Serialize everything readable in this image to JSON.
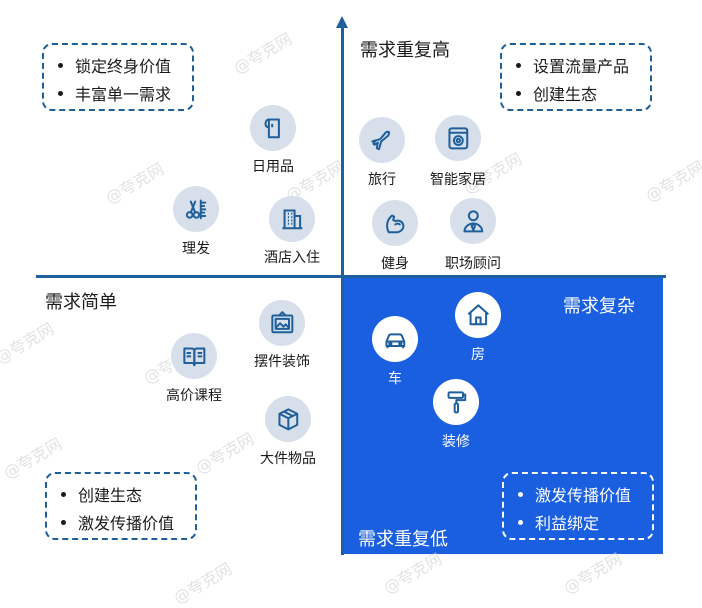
{
  "axes": {
    "top": "需求重复高",
    "bottom": "需求重复低",
    "left": "需求简单",
    "right": "需求复杂"
  },
  "boxes": {
    "top_left": [
      "锁定终身价值",
      "丰富单一需求"
    ],
    "top_right": [
      "设置流量产品",
      "创建生态"
    ],
    "bottom_left": [
      "创建生态",
      "激发传播价值"
    ],
    "bottom_right": [
      "激发传播价值",
      "利益绑定"
    ]
  },
  "items": {
    "daily_goods": "日用品",
    "haircut": "理发",
    "hotel": "酒店入住",
    "travel": "旅行",
    "smart_home": "智能家居",
    "fitness": "健身",
    "career": "职场顾问",
    "decor": "摆件装饰",
    "course": "高价课程",
    "large_goods": "大件物品",
    "car": "车",
    "house": "房",
    "renovation": "装修"
  },
  "watermark": "@夸克网",
  "colors": {
    "accent": "#1a5fe0",
    "axis": "#1f5f9b",
    "icon_bg": "#d7e0ea",
    "icon_fg": "#1f5f9b"
  },
  "icons": {
    "daily_goods": "tissue-roll-icon",
    "haircut": "scissors-comb-icon",
    "hotel": "building-icon",
    "travel": "airplane-icon",
    "smart_home": "washing-machine-icon",
    "fitness": "flexed-arm-icon",
    "career": "person-tie-icon",
    "decor": "picture-frame-icon",
    "course": "open-book-icon",
    "large_goods": "box-cube-icon",
    "car": "car-icon",
    "house": "house-icon",
    "renovation": "paint-roller-icon"
  }
}
